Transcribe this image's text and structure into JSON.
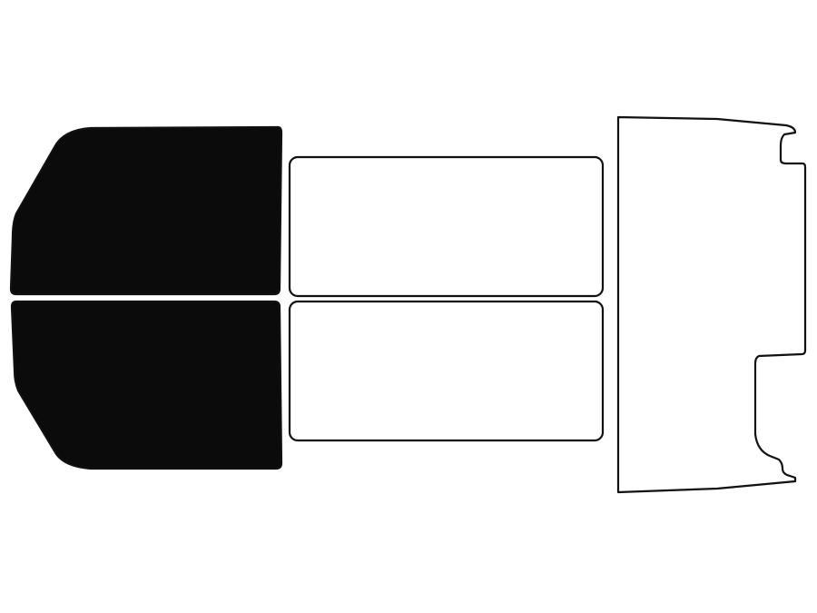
{
  "diagram": {
    "colors": {
      "background": "#ffffff",
      "stroke": "#111111",
      "tinted_fill": "#0b0b0b",
      "clear_fill": "#ffffff"
    },
    "panels": [
      {
        "name": "front-left-door-window",
        "tinted": true
      },
      {
        "name": "front-right-door-window",
        "tinted": true
      },
      {
        "name": "rear-left-door-window",
        "tinted": false
      },
      {
        "name": "rear-right-door-window",
        "tinted": false
      },
      {
        "name": "rear-windshield",
        "tinted": false
      }
    ]
  }
}
